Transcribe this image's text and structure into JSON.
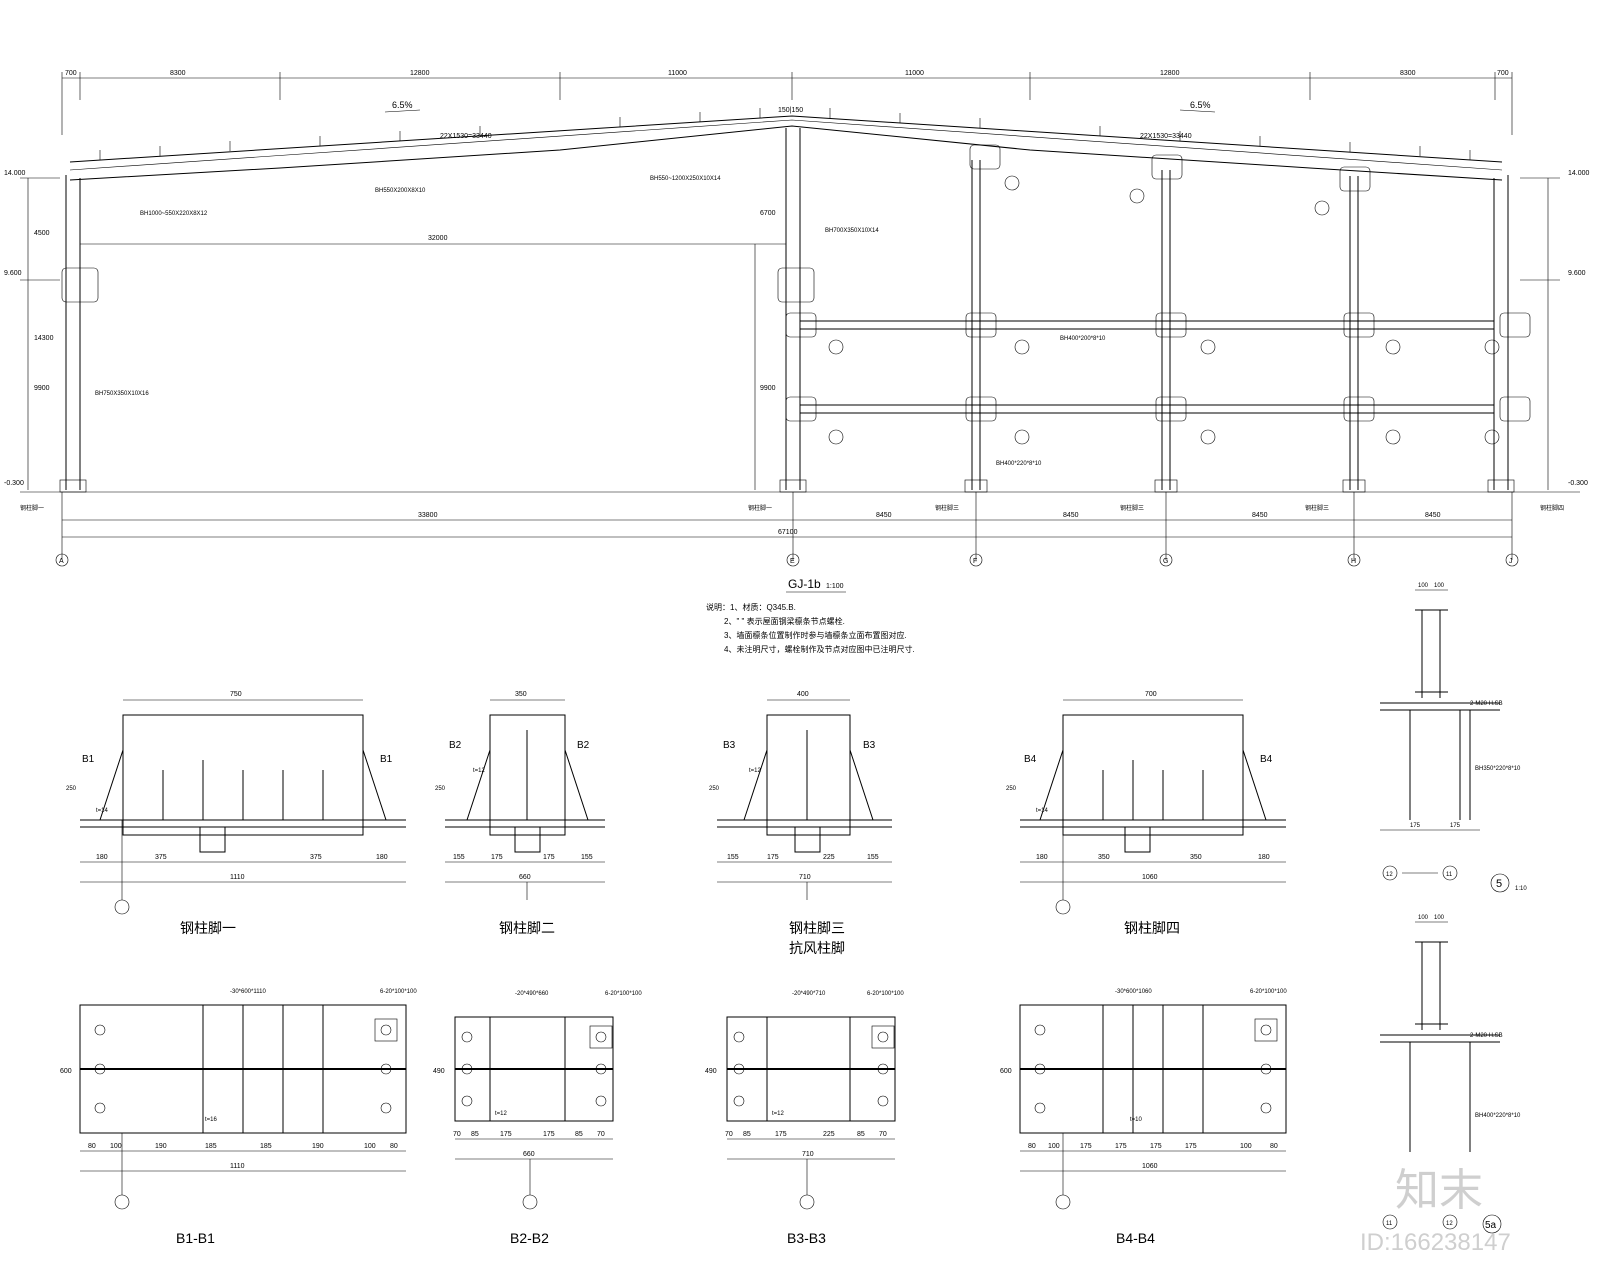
{
  "frame": {
    "top_dims": [
      "700",
      "8300",
      "12800",
      "11000",
      "11000",
      "12800",
      "8300",
      "700"
    ],
    "bottom_dims_first": [
      "33800",
      "8450",
      "8450",
      "8450",
      "8450"
    ],
    "total_dim": "67100",
    "inner_dim": "32000",
    "elevations": {
      "top": "14.000",
      "mid": "9.600",
      "bottom": "-0.300"
    },
    "left_heights": [
      "4500",
      "14300",
      "9900"
    ],
    "mid_heights": [
      "6700",
      "9900"
    ],
    "slope": "6.5%",
    "rafter_labels": [
      "22X1530=33440",
      "22X1530=33440"
    ],
    "ridge_label": "150|150",
    "member_labels": [
      "BH1000~550X220X8X12",
      "BH550X200X8X10",
      "BH550~1200X250X10X14",
      "BH700X350X10X14",
      "BH750X350X10X16",
      "BH400*200*8*10",
      "BH400*220*8*10"
    ],
    "col_labels": [
      "钢柱脚一",
      "钢柱脚一",
      "钢柱脚三",
      "钢柱脚三",
      "钢柱脚三",
      "钢柱脚四"
    ],
    "axes": [
      "A",
      "E",
      "F",
      "G",
      "H",
      "J"
    ],
    "title": "GJ-1b",
    "scale": "1:100"
  },
  "notes": [
    "说明：1、材质：Q345.B.",
    "2、\" \" 表示屋面钢梁檩条节点螺栓.",
    "3、墙面檩条位置制作时参与墙檩条立面布置图对应.",
    "4、未注明尺寸，螺栓制作及节点对应图中已注明尺寸."
  ],
  "bases": [
    {
      "name": "钢柱脚一",
      "sec": "B1",
      "w": "750",
      "t": "t=14",
      "dims": [
        "180",
        "375",
        "375",
        "180"
      ],
      "total": "1110",
      "stiff": "250"
    },
    {
      "name": "钢柱脚二",
      "sec": "B2",
      "w": "350",
      "t": "t=12",
      "dims": [
        "155",
        "175",
        "175",
        "155"
      ],
      "total": "660",
      "stiff": "250"
    },
    {
      "name": "钢柱脚三",
      "sub": "抗风柱脚",
      "sec": "B3",
      "w": "400",
      "t": "t=12",
      "dims": [
        "155",
        "175",
        "225",
        "155"
      ],
      "total": "710",
      "stiff": "250"
    },
    {
      "name": "钢柱脚四",
      "sec": "B4",
      "w": "700",
      "t": "t=14",
      "dims": [
        "180",
        "350",
        "350",
        "180"
      ],
      "total": "1060",
      "stiff": "250"
    }
  ],
  "plans": [
    {
      "name": "B1-B1",
      "plate": "-30*600*1110",
      "bolt": "6-20*100*100",
      "dims": [
        "80",
        "100",
        "190",
        "185",
        "185",
        "190",
        "100",
        "80"
      ],
      "total": "1110",
      "h": "600",
      "t": "t=16"
    },
    {
      "name": "B2-B2",
      "plate": "-20*490*660",
      "bolt": "6-20*100*100",
      "dims": [
        "70",
        "85",
        "175",
        "175",
        "85",
        "70"
      ],
      "total": "660",
      "h": "490",
      "t": "t=12"
    },
    {
      "name": "B3-B3",
      "plate": "-20*490*710",
      "bolt": "6-20*100*100",
      "dims": [
        "70",
        "85",
        "175",
        "225",
        "85",
        "70"
      ],
      "total": "710",
      "h": "490",
      "t": "t=12"
    },
    {
      "name": "B4-B4",
      "plate": "-30*600*1060",
      "bolt": "6-20*100*100",
      "dims": [
        "80",
        "100",
        "175",
        "175",
        "175",
        "175",
        "100",
        "80"
      ],
      "total": "1060",
      "h": "600",
      "t": "t=10"
    }
  ],
  "details": [
    {
      "no": "5",
      "scale": "1:10",
      "marks": [
        "12",
        "11"
      ],
      "bolt": "2-M20 H.SB",
      "member": "BH350*220*8*10"
    },
    {
      "no": "5a",
      "marks": [
        "11",
        "12"
      ],
      "bolt": "2-M20 H.SB",
      "member": "BH400*220*8*10"
    }
  ],
  "watermark": {
    "brand": "知末",
    "id": "ID:166238147"
  }
}
